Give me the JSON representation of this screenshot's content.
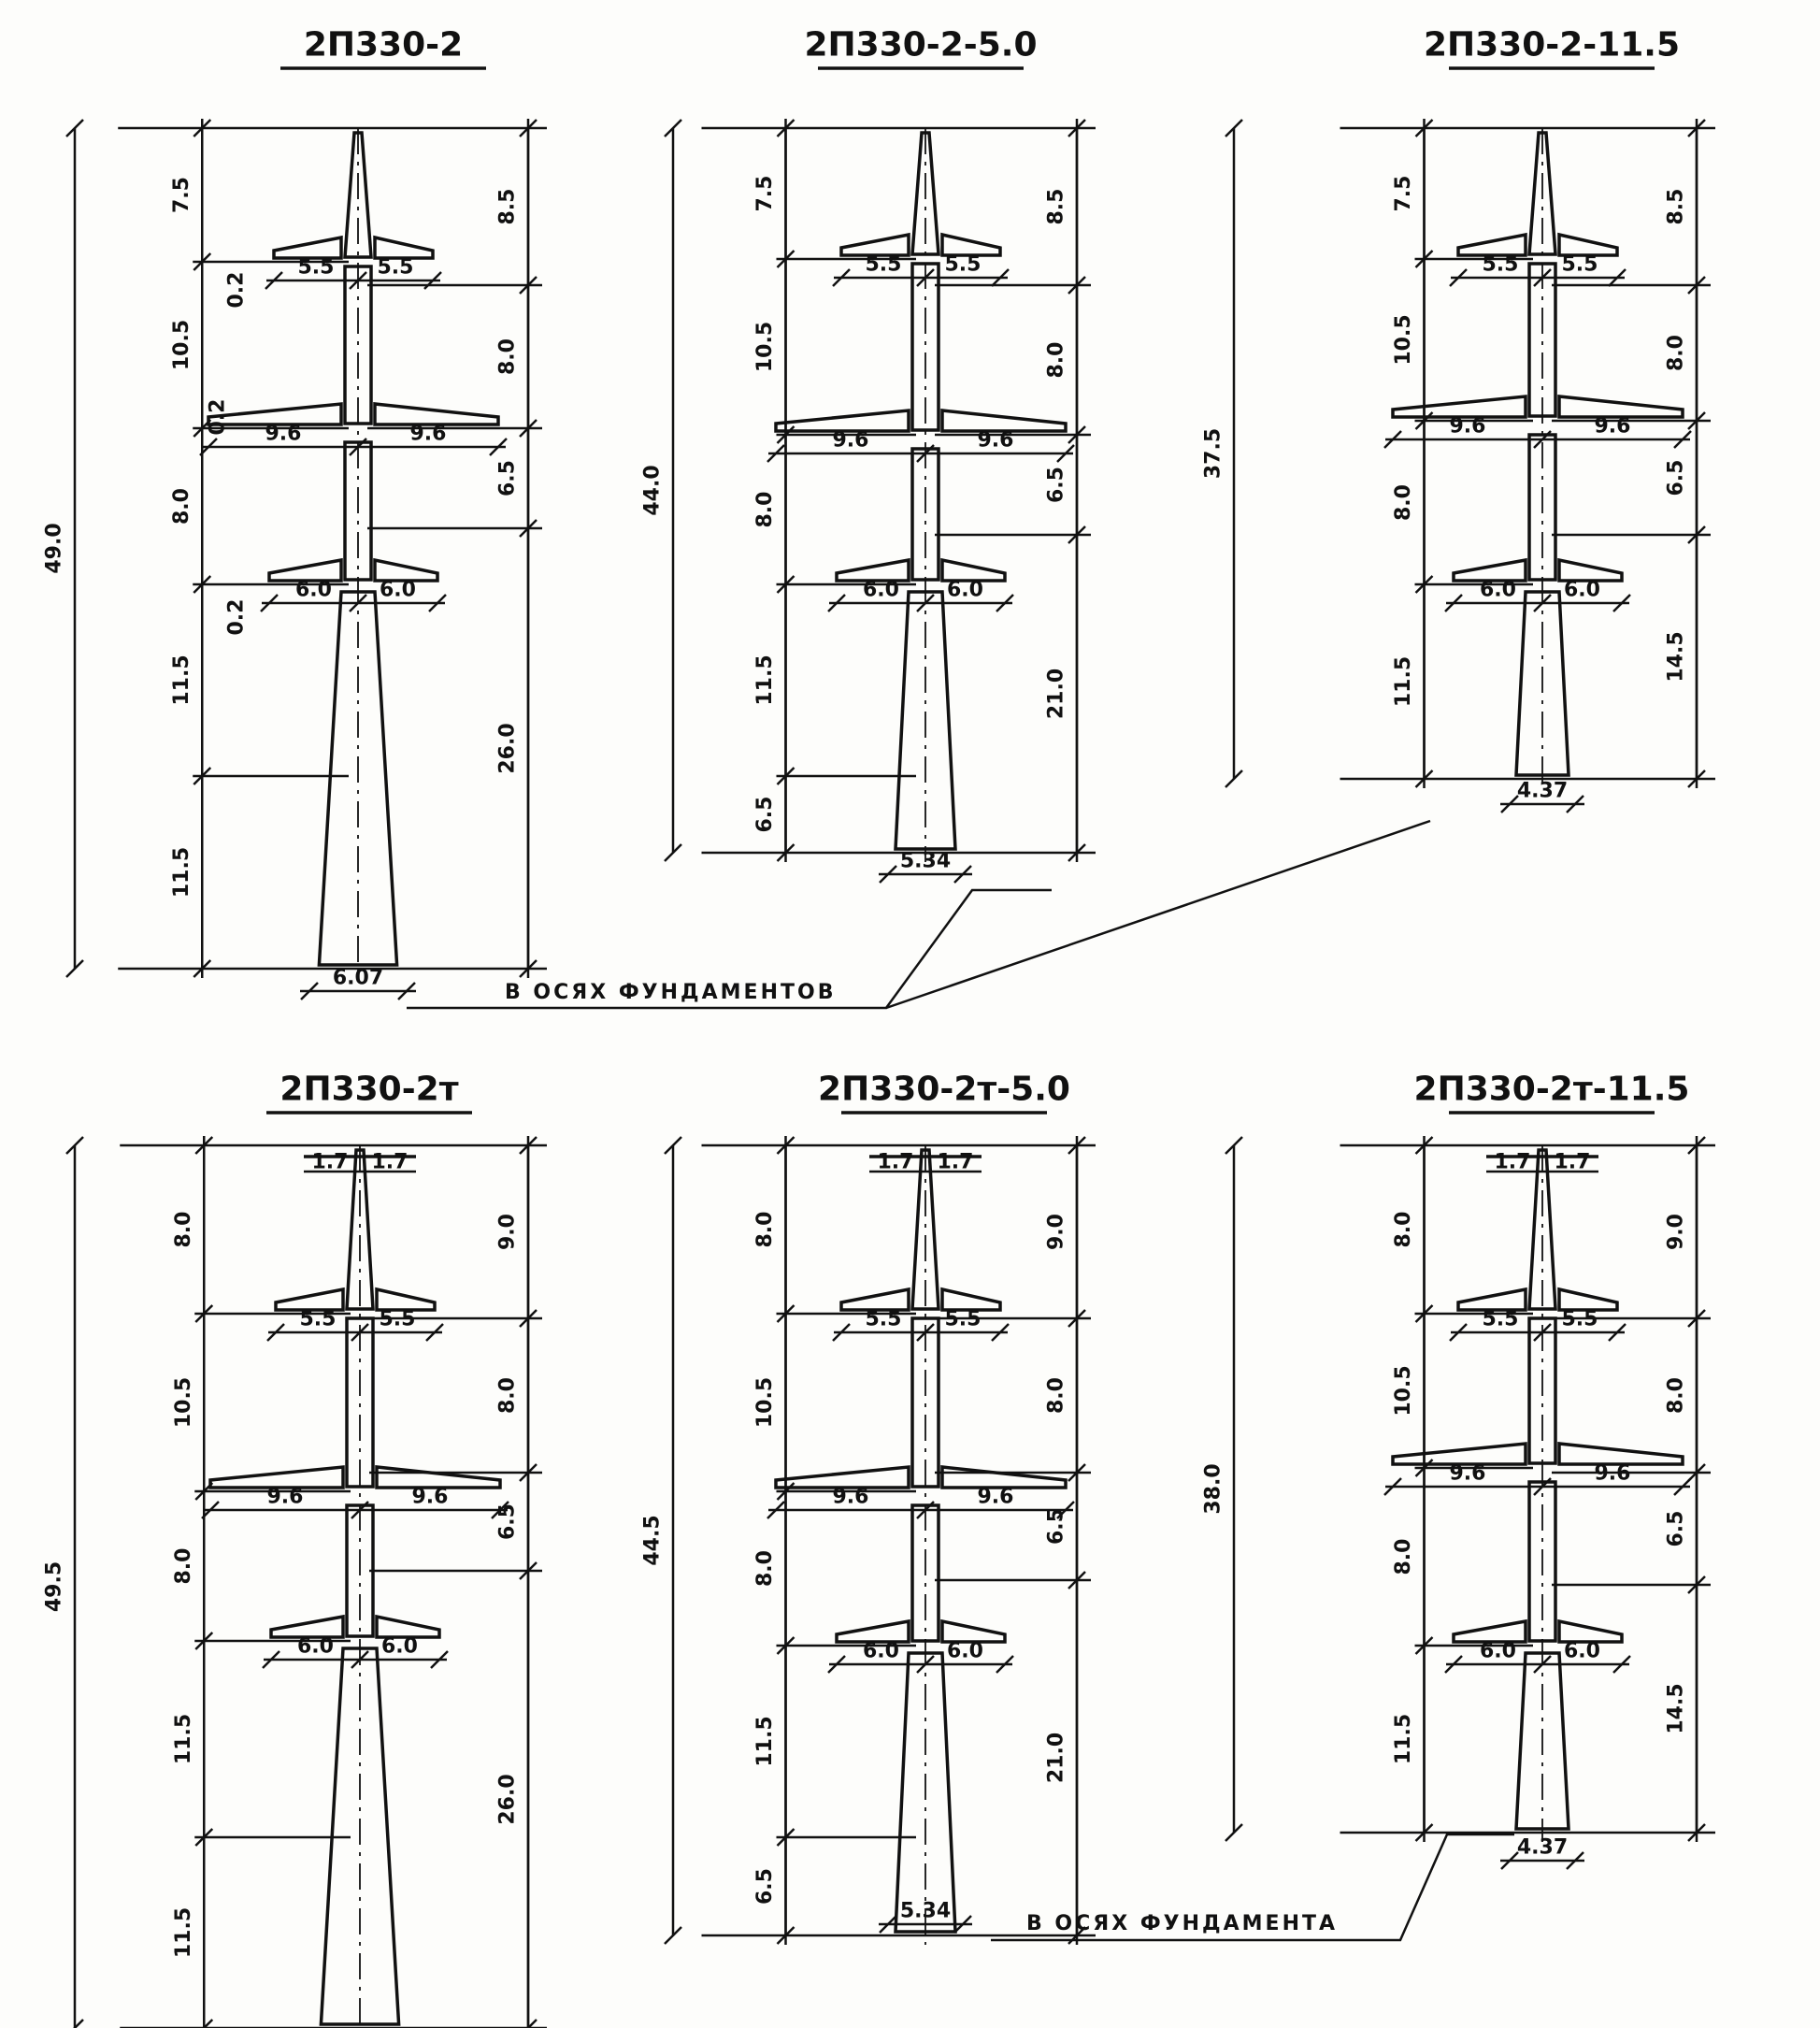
{
  "towers": [
    {
      "title": "2П330-2",
      "topper": false,
      "overall": "49.0",
      "left_dims": [
        "7.5",
        "10.5",
        "8.0",
        "11.5",
        "11.5"
      ],
      "right_dims": [
        "8.5",
        "8.0",
        "6.5",
        "26.0"
      ],
      "upper_arms": [
        "5.5",
        "5.5"
      ],
      "middle_arms": [
        "9.6",
        "9.6"
      ],
      "lower_arms": [
        "6.0",
        "6.0"
      ],
      "offsets": [
        "0.2",
        "0.2",
        "0.2"
      ],
      "base": "6.07"
    },
    {
      "title": "2П330-2-5.0",
      "topper": false,
      "overall": "44.0",
      "left_dims": [
        "7.5",
        "10.5",
        "8.0",
        "11.5",
        "6.5"
      ],
      "right_dims": [
        "8.5",
        "8.0",
        "6.5",
        "21.0"
      ],
      "upper_arms": [
        "5.5",
        "5.5"
      ],
      "middle_arms": [
        "9.6",
        "9.6"
      ],
      "lower_arms": [
        "6.0",
        "6.0"
      ],
      "base": "5.34"
    },
    {
      "title": "2П330-2-11.5",
      "topper": false,
      "overall": "37.5",
      "left_dims": [
        "7.5",
        "10.5",
        "8.0",
        "11.5"
      ],
      "right_dims": [
        "8.5",
        "8.0",
        "6.5",
        "14.5"
      ],
      "upper_arms": [
        "5.5",
        "5.5"
      ],
      "middle_arms": [
        "9.6",
        "9.6"
      ],
      "lower_arms": [
        "6.0",
        "6.0"
      ],
      "base": "4.37"
    },
    {
      "title": "2П330-2т",
      "topper": true,
      "top_arms": [
        "1.7",
        "1.7"
      ],
      "overall": "49.5",
      "left_dims": [
        "8.0",
        "10.5",
        "8.0",
        "11.5",
        "11.5"
      ],
      "right_dims": [
        "9.0",
        "8.0",
        "6.5",
        "26.0"
      ],
      "upper_arms": [
        "5.5",
        "5.5"
      ],
      "middle_arms": [
        "9.6",
        "9.6"
      ],
      "lower_arms": [
        "6.0",
        "6.0"
      ]
    },
    {
      "title": "2П330-2т-5.0",
      "topper": true,
      "top_arms": [
        "1.7",
        "1.7"
      ],
      "overall": "44.5",
      "left_dims": [
        "8.0",
        "10.5",
        "8.0",
        "11.5",
        "6.5"
      ],
      "right_dims": [
        "9.0",
        "8.0",
        "6.5",
        "21.0"
      ],
      "upper_arms": [
        "5.5",
        "5.5"
      ],
      "middle_arms": [
        "9.6",
        "9.6"
      ],
      "lower_arms": [
        "6.0",
        "6.0"
      ],
      "base": "5.34"
    },
    {
      "title": "2П330-2т-11.5",
      "topper": true,
      "top_arms": [
        "1.7",
        "1.7"
      ],
      "overall": "38.0",
      "left_dims": [
        "8.0",
        "10.5",
        "8.0",
        "11.5"
      ],
      "right_dims": [
        "9.0",
        "8.0",
        "6.5",
        "14.5"
      ],
      "upper_arms": [
        "5.5",
        "5.5"
      ],
      "middle_arms": [
        "9.6",
        "9.6"
      ],
      "lower_arms": [
        "6.0",
        "6.0"
      ],
      "base": "4.37"
    }
  ],
  "notes": {
    "top": "В ОСЯХ    ФУНДАМЕНТОВ",
    "bottom": "В ОСЯХ    ФУНДАМЕНТА"
  }
}
